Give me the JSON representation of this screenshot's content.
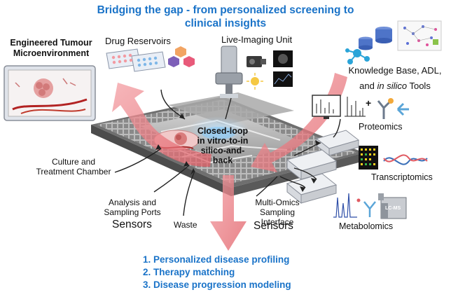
{
  "title_line1": "Bridging the gap - from personalized screening to",
  "title_line2": "clinical insights",
  "tme_line1": "Engineered Tumour",
  "tme_line2": "Microenvironment",
  "drug_reservoirs": "Drug Reservoirs",
  "live_imaging": "Live-Imaging Unit",
  "knowledge_line1": "Knowledge Base, ADL,",
  "knowledge_line2_prefix": "and ",
  "knowledge_line2_italic": "in silico",
  "knowledge_line2_suffix": " Tools",
  "proteomics": "Proteomics",
  "transcriptomics": "Transcriptomics",
  "metabolomics": "Metabolomics",
  "lcms": "LC-MS",
  "center_label": [
    "Closed-loop",
    "in vitro-to-in",
    "silico-and-",
    "back"
  ],
  "culture_line1": "Culture and",
  "culture_line2": "Treatment Chamber",
  "analysis_line1": "Analysis and",
  "analysis_line2": "Sampling Ports",
  "sensors_left": "Sensors",
  "waste": "Waste",
  "multiomics_line1": "Multi-Omics",
  "multiomics_line2": "Sampling Interface",
  "sensors_right": "Sensors",
  "outcomes": [
    "1. Personalized disease profiling",
    "2. Therapy matching",
    "3. Disease progression modeling"
  ],
  "colors": {
    "title_blue": "#1a73c8",
    "arrow_red": "#e8737a",
    "chip_gray": "#b9b9b9"
  },
  "icons": [
    "petri-plate-icon",
    "hexagon-molecule-icon",
    "microscope-icon",
    "camera-icon",
    "sun-icon",
    "database-icon",
    "network-icon",
    "monitor-chart-icon",
    "antibody-icon",
    "gene-array-icon",
    "dna-icon",
    "spectrum-icon",
    "lcms-instrument-icon"
  ]
}
